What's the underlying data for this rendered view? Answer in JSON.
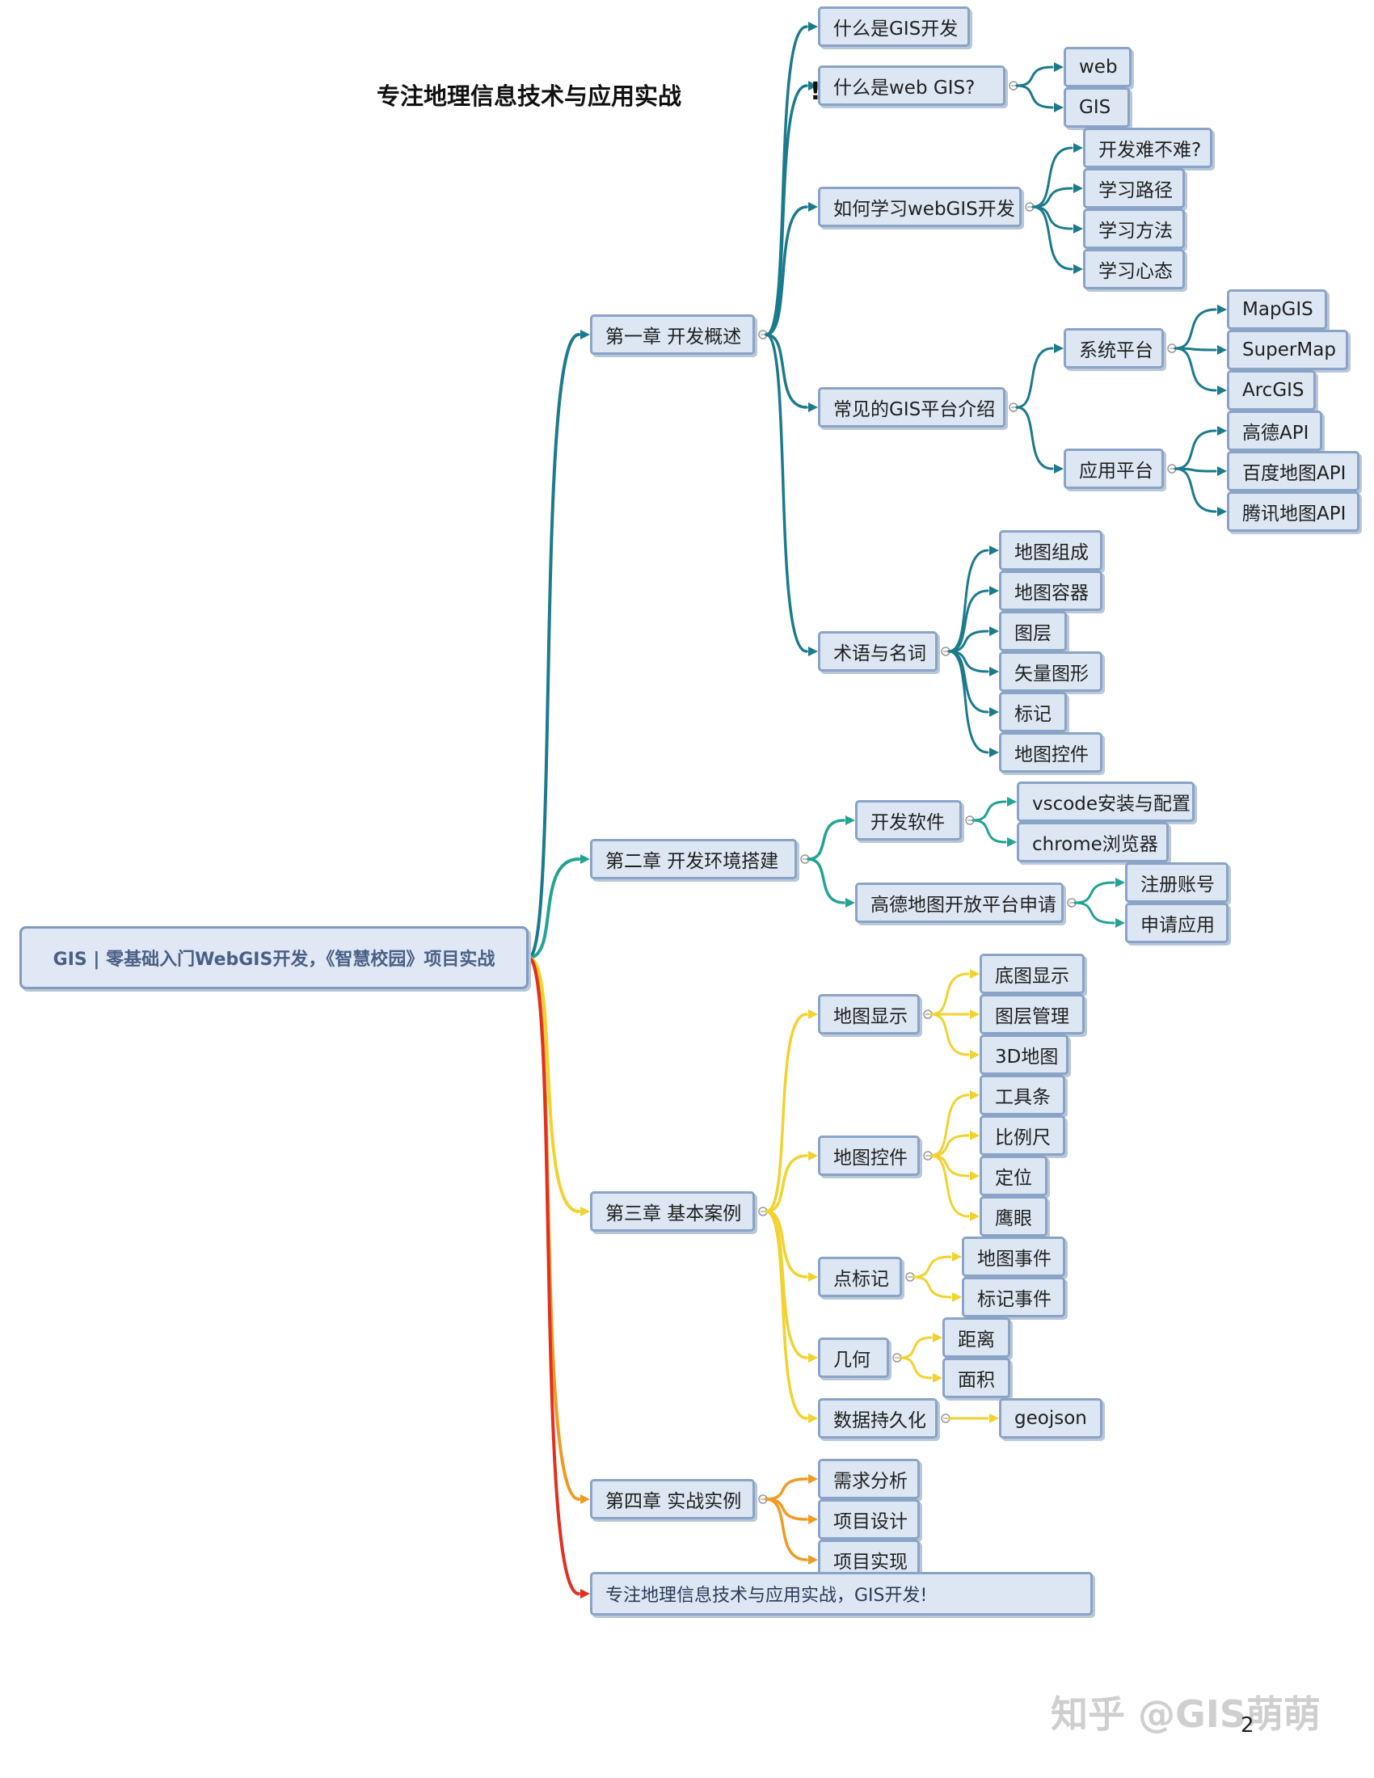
{
  "header": {
    "title": "专注地理信息技术与应用实战"
  },
  "mindmap": {
    "root": "GIS | 零基础入门WebGIS开发，《智慧校园》项目实战",
    "chapters": [
      {
        "label": "第一章 开发概述",
        "color": "#1b7a8c",
        "topics": [
          {
            "label": "什么是GIS开发"
          },
          {
            "label": "什么是web GIS?",
            "children": [
              "web",
              "GIS"
            ]
          },
          {
            "label": "如何学习webGIS开发",
            "children": [
              "开发难不难?",
              "学习路径",
              "学习方法",
              "学习心态"
            ]
          },
          {
            "label": "常见的GIS平台介绍",
            "children": [
              {
                "label": "系统平台",
                "children": [
                  "MapGIS",
                  "SuperMap",
                  "ArcGIS"
                ]
              },
              {
                "label": "应用平台",
                "children": [
                  "高德API",
                  "百度地图API",
                  "腾讯地图API"
                ]
              }
            ]
          },
          {
            "label": "术语与名词",
            "children": [
              "地图组成",
              "地图容器",
              "图层",
              "矢量图形",
              "标记",
              "地图控件"
            ]
          }
        ]
      },
      {
        "label": "第二章 开发环境搭建",
        "color": "#22a394",
        "topics": [
          {
            "label": "开发软件",
            "children": [
              "vscode安装与配置",
              "chrome浏览器"
            ]
          },
          {
            "label": "高德地图开放平台申请",
            "children": [
              "注册账号",
              "申请应用"
            ]
          }
        ]
      },
      {
        "label": "第三章 基本案例",
        "color": "#f2d22e",
        "topics": [
          {
            "label": "地图显示",
            "children": [
              "底图显示",
              "图层管理",
              "3D地图"
            ]
          },
          {
            "label": "地图控件",
            "children": [
              "工具条",
              "比例尺",
              "定位",
              "鹰眼"
            ]
          },
          {
            "label": "点标记",
            "children": [
              "地图事件",
              "标记事件"
            ]
          },
          {
            "label": "几何",
            "children": [
              "距离",
              "面积"
            ]
          },
          {
            "label": "数据持久化",
            "children": [
              "geojson"
            ]
          }
        ]
      },
      {
        "label": "第四章 实战实例",
        "color": "#f09a23",
        "topics": [
          {
            "label": "需求分析"
          },
          {
            "label": "项目设计"
          },
          {
            "label": "项目实现"
          }
        ]
      }
    ],
    "footer_node": "专注地理信息技术与应用实战，GIS开发!",
    "footer_color": "#e0301e"
  },
  "watermark": "知乎 @GIS萌萌",
  "page_number": "2"
}
